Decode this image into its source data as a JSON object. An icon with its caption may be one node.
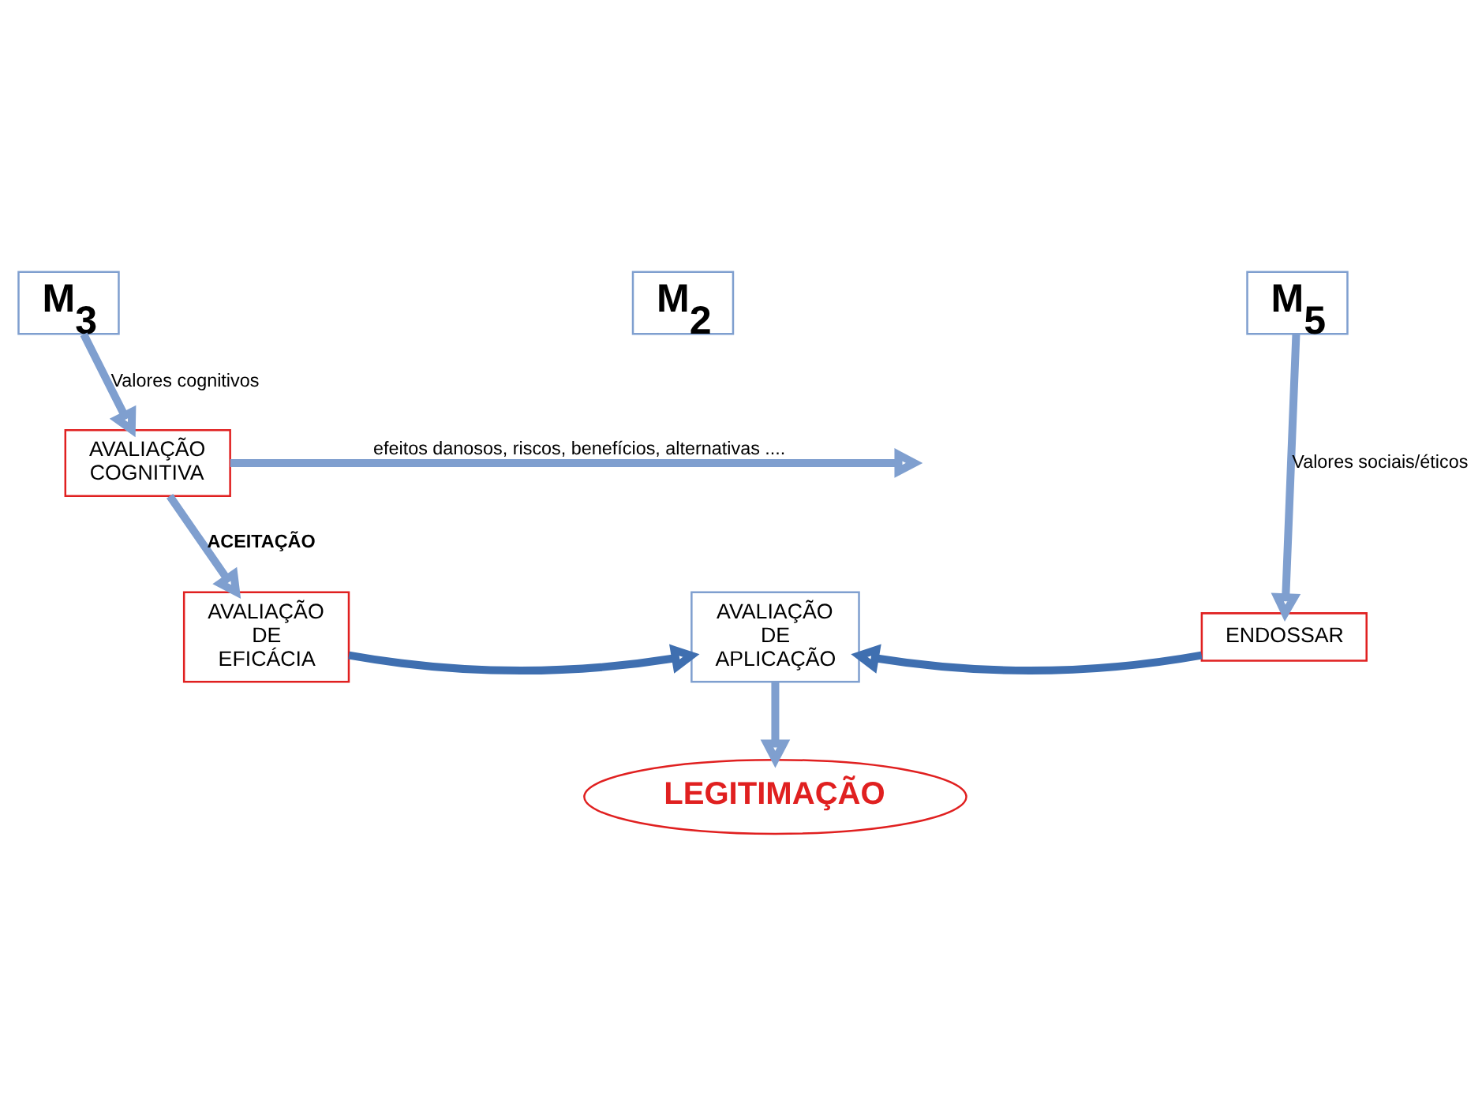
{
  "diagram": {
    "nodes": [
      {
        "text": [
          "M$_{3}$"
        ]
      },
      {
        "text": [
          "M$_{5}$"
        ]
      },
      {
        "text": [
          "AVALIAÇÃO COGNITIVA"
        ]
      },
      {
        "text": [
          "M$_{2}$"
        ]
      },
      {
        "text": [
          "AVALIAÇÃO DE EFICÁCIA"
        ]
      },
      {
        "text": [
          "AVALIAÇÃO DE APLICAÇÃO"
        ]
      },
      {
        "text": [
          "ENDOSSAR"
        ]
      },
      {
        "text": [
          "LEGITIMAÇÃO"
        ]
      }
    ],
    "edges": [
      {
        "from": 0,
        "to": 2,
        "arrow": "to",
        "label": "Valores cognitivos"
      },
      {
        "from": 1,
        "to": 6,
        "arrow": "to",
        "label": "Valores sociais/éticos"
      },
      {
        "from": 2,
        "to": null,
        "arrow": "to",
        "label": "efeitos danosos, riscos, benefícios, alternativas ...."
      },
      {
        "from": 2,
        "to": 4,
        "arrow": "to",
        "label": "ACEITAÇÃO"
      },
      {
        "from": 4,
        "to": 5,
        "arrow": "to",
        "color": "#3f6fb0"
      },
      {
        "from": 6,
        "to": 5,
        "arrow": "to",
        "color": "#3f6fb0"
      },
      {
        "from": 5,
        "to": 7,
        "arrow": "to"
      }
    ]
  }
}
